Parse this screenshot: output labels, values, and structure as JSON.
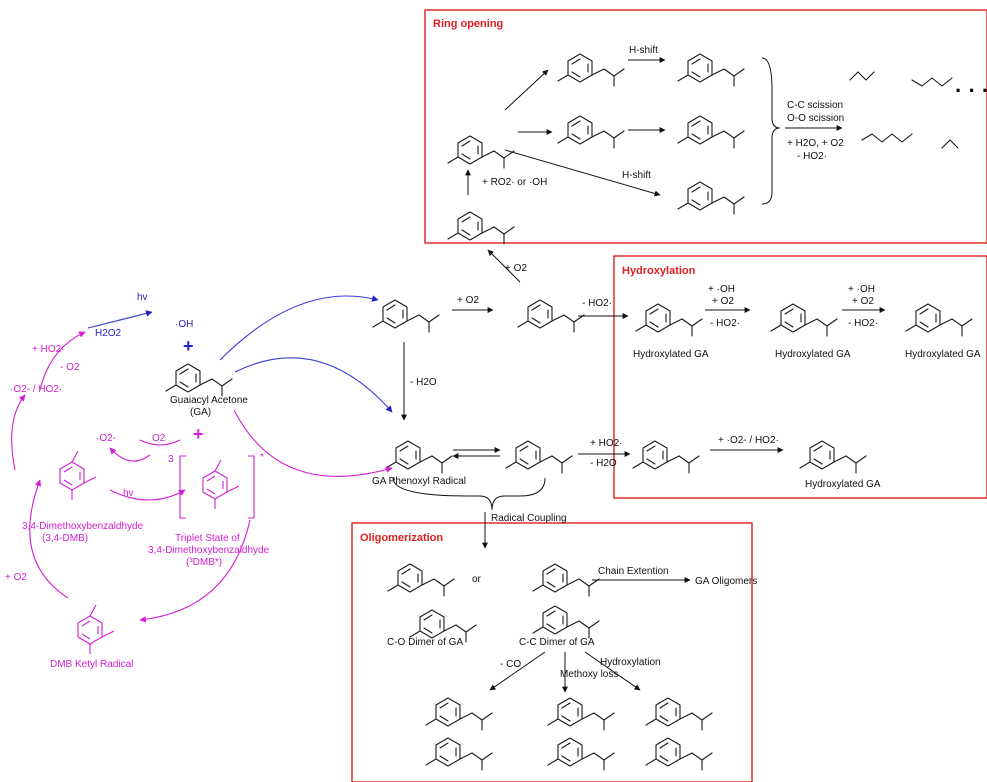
{
  "boxes": {
    "ring_opening": "Ring opening",
    "hydroxylation": "Hydroxylation",
    "oligomerization": "Oligomerization"
  },
  "ring": {
    "cond_radical": "+ RO2· or ·OH",
    "h_shift_1": "H-shift",
    "h_shift_2": "H-shift",
    "cc_scission": "C-C scission",
    "oo_scission": "O-O scission",
    "h2o_o2": "+ H2O, + O2",
    "minus_ho2": "- HO2·",
    "ellipsis": "· · ·"
  },
  "main": {
    "plus_o2_up": "+ O2",
    "plus_o2": "+ O2",
    "minus_ho2": "- HO2·",
    "minus_h2o": "- H2O",
    "phenoxyl_label": "GA Phenoxyl Radical",
    "plus_ho2": "+ HO2·",
    "minus_h2o_2": "- H2O",
    "radical_coupling": "Radical Coupling"
  },
  "hydrox": {
    "oh_o2_1": "+ ·OH",
    "o2_1": "+ O2",
    "ho2_1": "- HO2·",
    "oh_o2_2": "+ ·OH",
    "o2_2": "+ O2",
    "ho2_2": "- HO2·",
    "label_1": "Hydroxylated GA",
    "label_2": "Hydroxylated GA",
    "label_3": "Hydroxylated GA",
    "o2ho2": "+ ·O2- / HO2·",
    "label_4": "Hydroxylated GA"
  },
  "photo": {
    "hv_1": "hv",
    "h2o2": "H2O2",
    "oh_radical": "·OH",
    "ho2_plus": "+ HO2·",
    "minus_o2": "- O2",
    "o2_ho2": "·O2- / HO2·",
    "ga_label": "Guaiacyl Acetone",
    "ga_abbr": "(GA)",
    "o2_minus": "·O2-",
    "o2": "O2",
    "triplet_3": "3",
    "star": "*",
    "hv_2": "hv",
    "dmb_label": "3,4-Dimethoxybenzaldhyde",
    "dmb_abbr": "(3,4-DMB)",
    "triplet_1": "Triplet State of",
    "triplet_2": "3,4-Dimethoxybenzaldhyde",
    "triplet_3b": "(³DMB*)",
    "plus_o2_side": "+ O2",
    "ketyl_label": "DMB Ketyl Radical"
  },
  "olig": {
    "or": "or",
    "chain": "Chain Extention",
    "ga_olig": "GA Oligomers",
    "co_dimer": "C-O Dimer of GA",
    "cc_dimer": "C-C Dimer of GA",
    "minus_co": "- CO",
    "methoxy_loss": "Methoxy loss",
    "hydroxylation": "Hydroxylation"
  },
  "colors": {
    "box_red": "#e02020",
    "magenta": "#d21fd2",
    "blue": "#2323c8"
  }
}
